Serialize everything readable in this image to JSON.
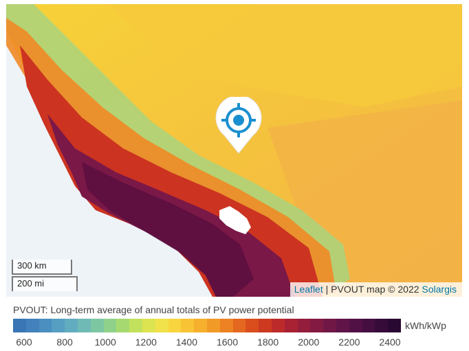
{
  "map": {
    "marker_icon": "crosshair-location-icon",
    "colors": {
      "ocean": "#eef3f8",
      "lowland": "#f2b84a",
      "highland_east": "#f5cc3a",
      "andes_green": "#b9d87a",
      "coast_red": "#c8351e",
      "coast_dark": "#7a1848",
      "deep": "#5a0e40",
      "marker": "#1a8fcf"
    }
  },
  "scale": {
    "metric": "300 km",
    "imperial": "200 mi"
  },
  "attribution": {
    "leaflet": "Leaflet",
    "separator": "|",
    "text": "PVOUT map © 2022",
    "solargis": "Solargis"
  },
  "legend": {
    "title": "PVOUT: Long-term average of annual totals of PV power potential",
    "unit": "kWh/kWp",
    "ticks": [
      "600",
      "800",
      "1000",
      "1200",
      "1400",
      "1600",
      "1800",
      "2000",
      "2200",
      "2400"
    ],
    "colors": [
      "#3a75b5",
      "#4281bb",
      "#4a8fc0",
      "#569ec2",
      "#62acc0",
      "#6fbab5",
      "#7dc6a2",
      "#8fd18a",
      "#a6da70",
      "#c2e15c",
      "#dde451",
      "#f1e14a",
      "#f8d53f",
      "#f8c334",
      "#f6b02d",
      "#f29a28",
      "#ec8224",
      "#e46820",
      "#da4e1d",
      "#cd3a20",
      "#bc2b2a",
      "#a82234",
      "#951d3c",
      "#821a42",
      "#711746",
      "#611447",
      "#521145",
      "#440e41",
      "#360b3a",
      "#290832"
    ]
  }
}
